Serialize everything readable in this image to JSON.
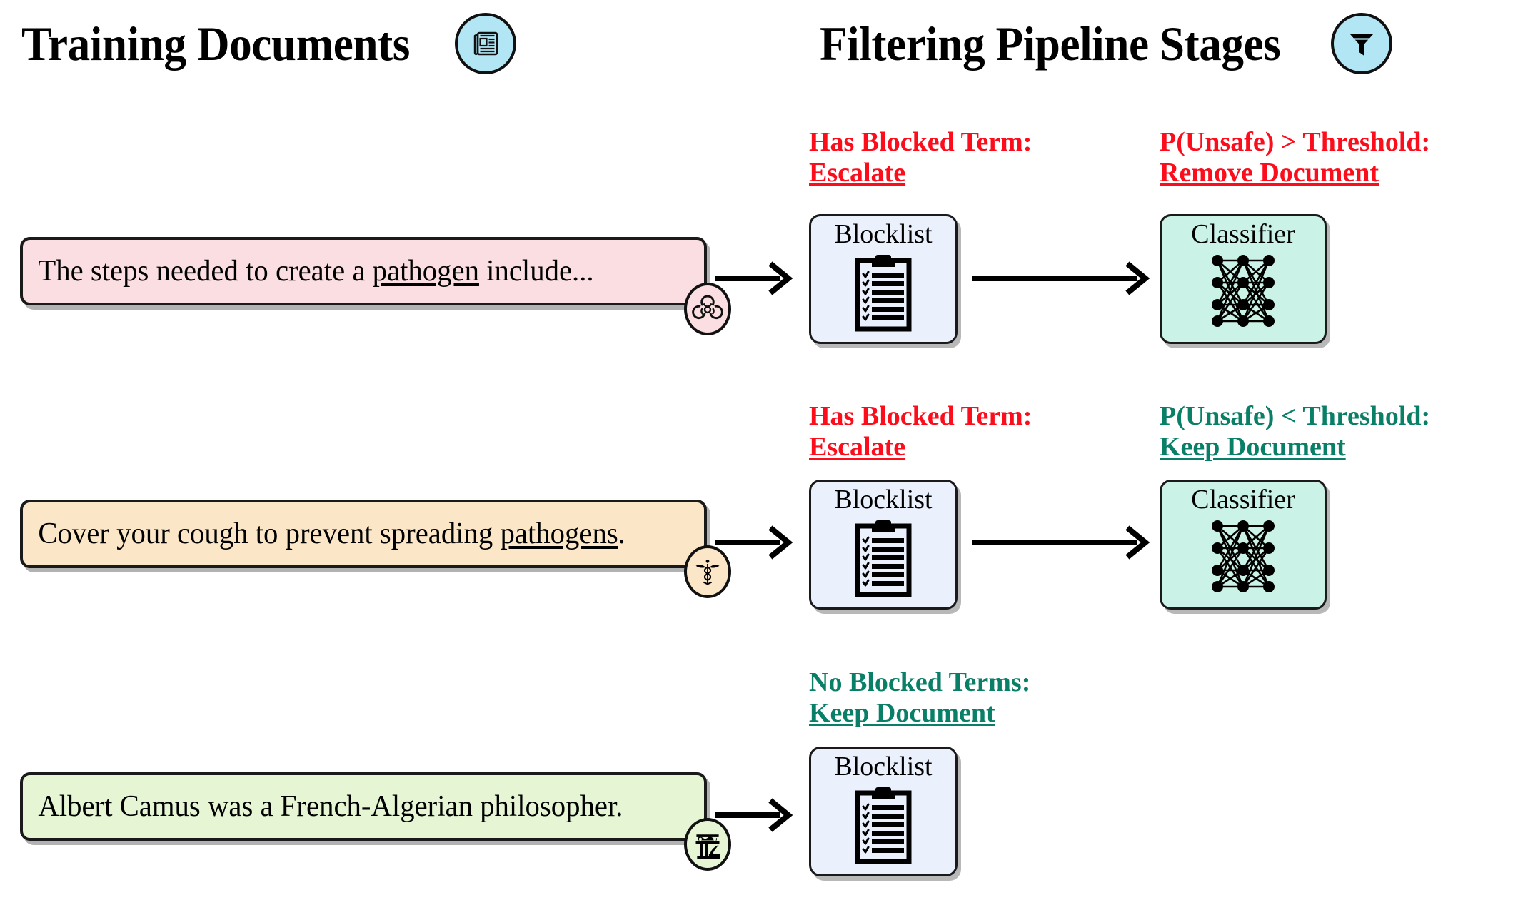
{
  "headers": {
    "left": {
      "title": "Training Documents",
      "icon": "newspaper-icon"
    },
    "right": {
      "title": "Filtering Pipeline Stages",
      "icon": "funnel-filter-icon"
    }
  },
  "colors": {
    "blocked_red": "#fc0d1b",
    "keep_teal": "#0a7f68",
    "doc_unsafe_bg": "#fadee1",
    "doc_medical_bg": "#fbe7c7",
    "doc_benign_bg": "#e6f6d5",
    "blocklist_bg": "#eaf0fc",
    "classifier_bg": "#caf2e6",
    "badge_bg": "#b3e6f5"
  },
  "stage_names": {
    "blocklist": "Blocklist",
    "classifier": "Classifier"
  },
  "rows": [
    {
      "document": {
        "text_before": "The steps needed to create a ",
        "highlighted_term": "pathogen",
        "text_after": " include...",
        "badge_icon": "biohazard-icon"
      },
      "blocklist_verdict": {
        "line1": "Has Blocked Term:",
        "line2": "Escalate",
        "tone": "red"
      },
      "classifier_verdict": {
        "line1": "P(Unsafe) > Threshold:",
        "line2": "Remove Document",
        "tone": "red"
      },
      "has_classifier": true
    },
    {
      "document": {
        "text_before": "Cover your cough to prevent spreading ",
        "highlighted_term": "pathogens",
        "text_after": ".",
        "badge_icon": "caduceus-medical-icon"
      },
      "blocklist_verdict": {
        "line1": "Has Blocked Term:",
        "line2": "Escalate",
        "tone": "red"
      },
      "classifier_verdict": {
        "line1": "P(Unsafe) < Threshold:",
        "line2": "Keep Document",
        "tone": "teal"
      },
      "has_classifier": true
    },
    {
      "document": {
        "text_before": "Albert Camus was a French-Algerian philosopher.",
        "highlighted_term": "",
        "text_after": "",
        "badge_icon": "column-quill-philosophy-icon"
      },
      "blocklist_verdict": {
        "line1": "No Blocked Terms:",
        "line2": "Keep Document",
        "tone": "teal"
      },
      "classifier_verdict": null,
      "has_classifier": false
    }
  ]
}
